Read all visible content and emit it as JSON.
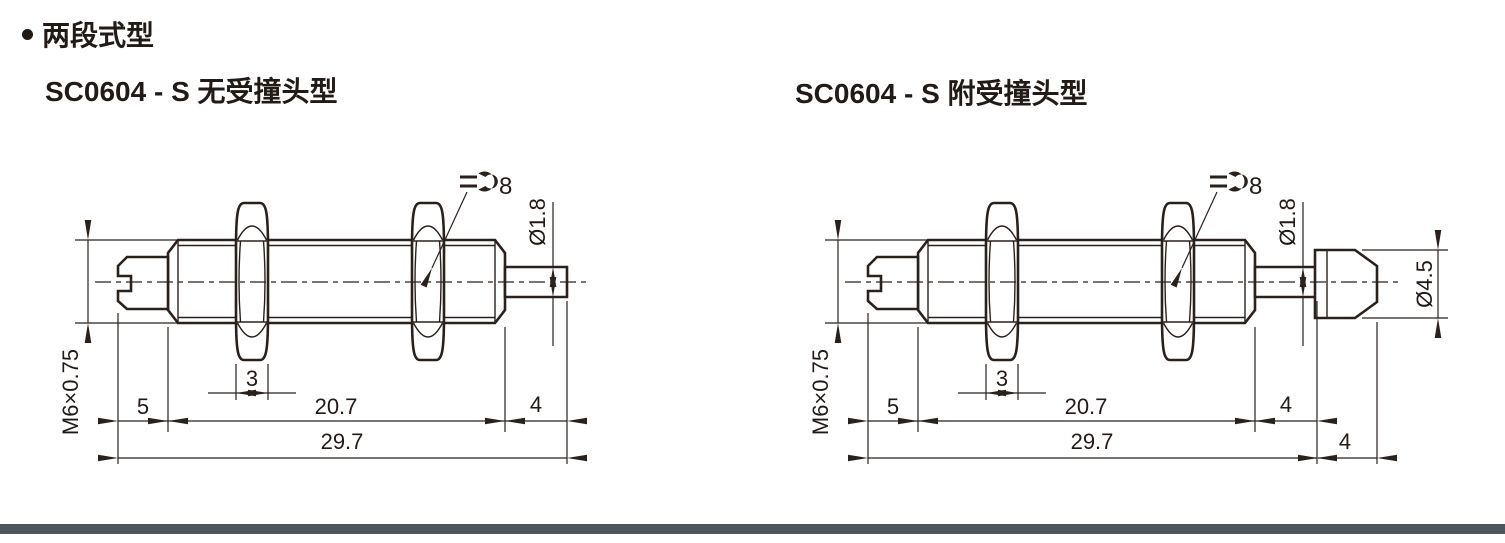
{
  "section": {
    "bullet": "●",
    "title": "两段式型"
  },
  "figures": [
    {
      "title": "SC0604 - S 无受撞头型",
      "labels": {
        "wrench_size": "8",
        "rod_diameter": "Ø1.8",
        "thread": "M6×0.75",
        "nut_width": "3",
        "front_length": "5",
        "body_length": "20.7",
        "rod_length": "4",
        "total_length": "29.7"
      }
    },
    {
      "title": "SC0604 - S 附受撞头型",
      "labels": {
        "wrench_size": "8",
        "rod_diameter": "Ø1.8",
        "thread": "M6×0.75",
        "nut_width": "3",
        "front_length": "5",
        "body_length": "20.7",
        "rod_length": "4",
        "total_length": "29.7",
        "cap_diameter": "Ø4.5",
        "cap_length": "4"
      }
    }
  ],
  "colors": {
    "line": "#2b211c",
    "text": "#221a16",
    "bottom_bar": "#4d565c"
  }
}
